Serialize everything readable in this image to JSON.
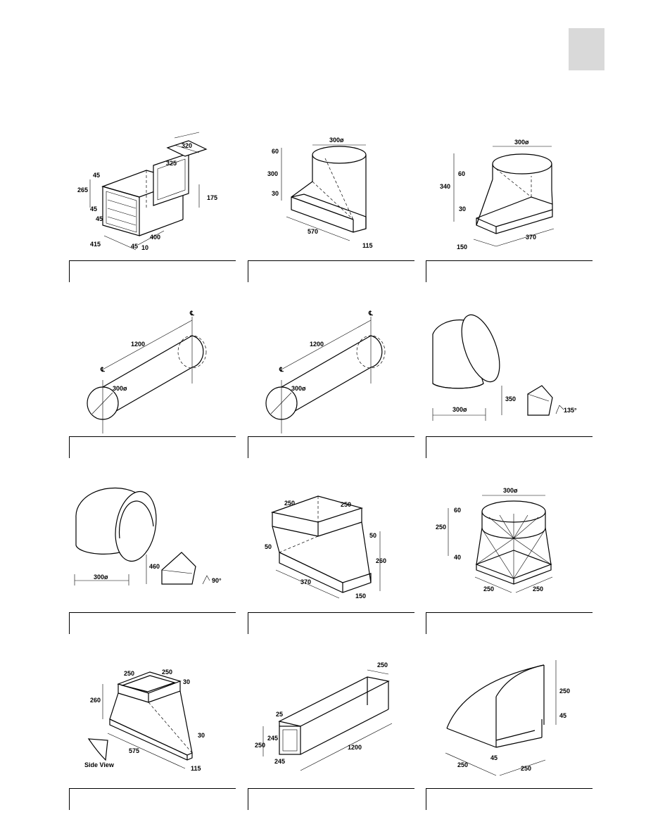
{
  "page_tab_color": "#d9d9d9",
  "items": [
    {
      "dims": [
        "320",
        "325",
        "45",
        "265",
        "45",
        "45",
        "175",
        "415",
        "400",
        "45",
        "10"
      ]
    },
    {
      "dims": [
        "60",
        "300ø",
        "300",
        "30",
        "570",
        "115"
      ]
    },
    {
      "dims": [
        "300ø",
        "60",
        "340",
        "30",
        "150",
        "370"
      ]
    },
    {
      "dims": [
        "1200",
        "300ø",
        "℄",
        "℄"
      ]
    },
    {
      "dims": [
        "1200",
        "300ø",
        "℄",
        "℄"
      ]
    },
    {
      "dims": [
        "350",
        "300ø",
        "135°"
      ]
    },
    {
      "dims": [
        "460",
        "300ø",
        "90°"
      ]
    },
    {
      "dims": [
        "250",
        "250",
        "50",
        "50",
        "260",
        "370",
        "150"
      ]
    },
    {
      "dims": [
        "300ø",
        "60",
        "250",
        "40",
        "250",
        "250"
      ]
    },
    {
      "dims": [
        "250",
        "250",
        "30",
        "260",
        "30",
        "575",
        "115"
      ],
      "caption": "Side View"
    },
    {
      "dims": [
        "250",
        "25",
        "250",
        "245",
        "245",
        "1200"
      ]
    },
    {
      "dims": [
        "250",
        "45",
        "250",
        "45",
        "250"
      ]
    }
  ]
}
